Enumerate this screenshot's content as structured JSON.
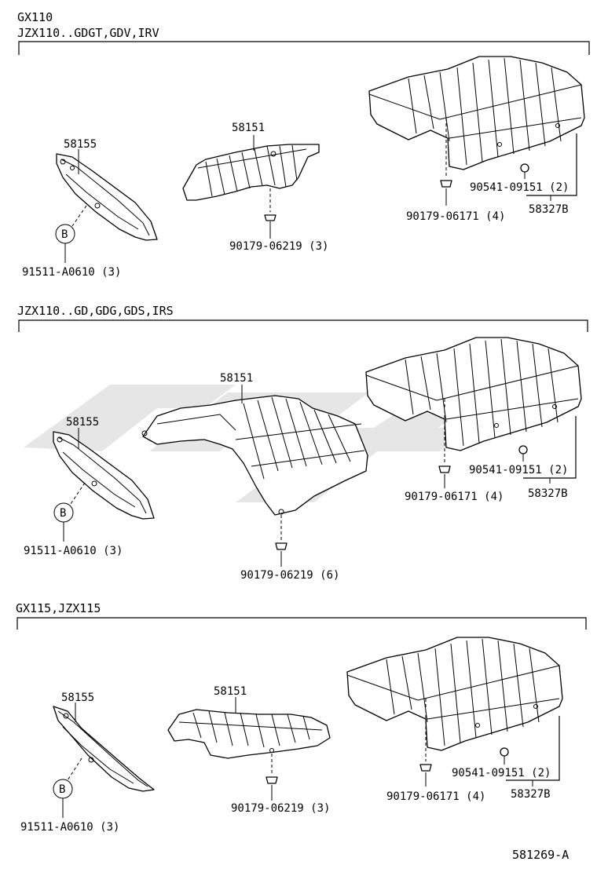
{
  "sections": [
    {
      "header_lines": [
        "GX110",
        "JZX110..GDGT,GDV,IRV"
      ],
      "labels": {
        "p58155": "58155",
        "p58151": "58151",
        "ref_b": "B",
        "p91511": "91511-A0610 (3)",
        "p90179a": "90179-06219 (3)",
        "p90179b": "90179-06171 (4)",
        "p90541": "90541-09151 (2)",
        "p58327b": "58327B"
      }
    },
    {
      "header_lines": [
        "JZX110..GD,GDG,GDS,IRS"
      ],
      "labels": {
        "p58155": "58155",
        "p58151": "58151",
        "ref_b": "B",
        "p91511": "91511-A0610 (3)",
        "p90179a": "90179-06219 (6)",
        "p90179b": "90179-06171 (4)",
        "p90541": "90541-09151 (2)",
        "p58327b": "58327B"
      }
    },
    {
      "header_lines": [
        "GX115,JZX115"
      ],
      "labels": {
        "p58155": "58155",
        "p58151": "58151",
        "ref_b": "B",
        "p91511": "91511-A0610 (3)",
        "p90179a": "90179-06219 (3)",
        "p90179b": "90179-06171 (4)",
        "p90541": "90541-09151 (2)",
        "p58327b": "58327B"
      }
    }
  ],
  "footer_code": "581269-A"
}
